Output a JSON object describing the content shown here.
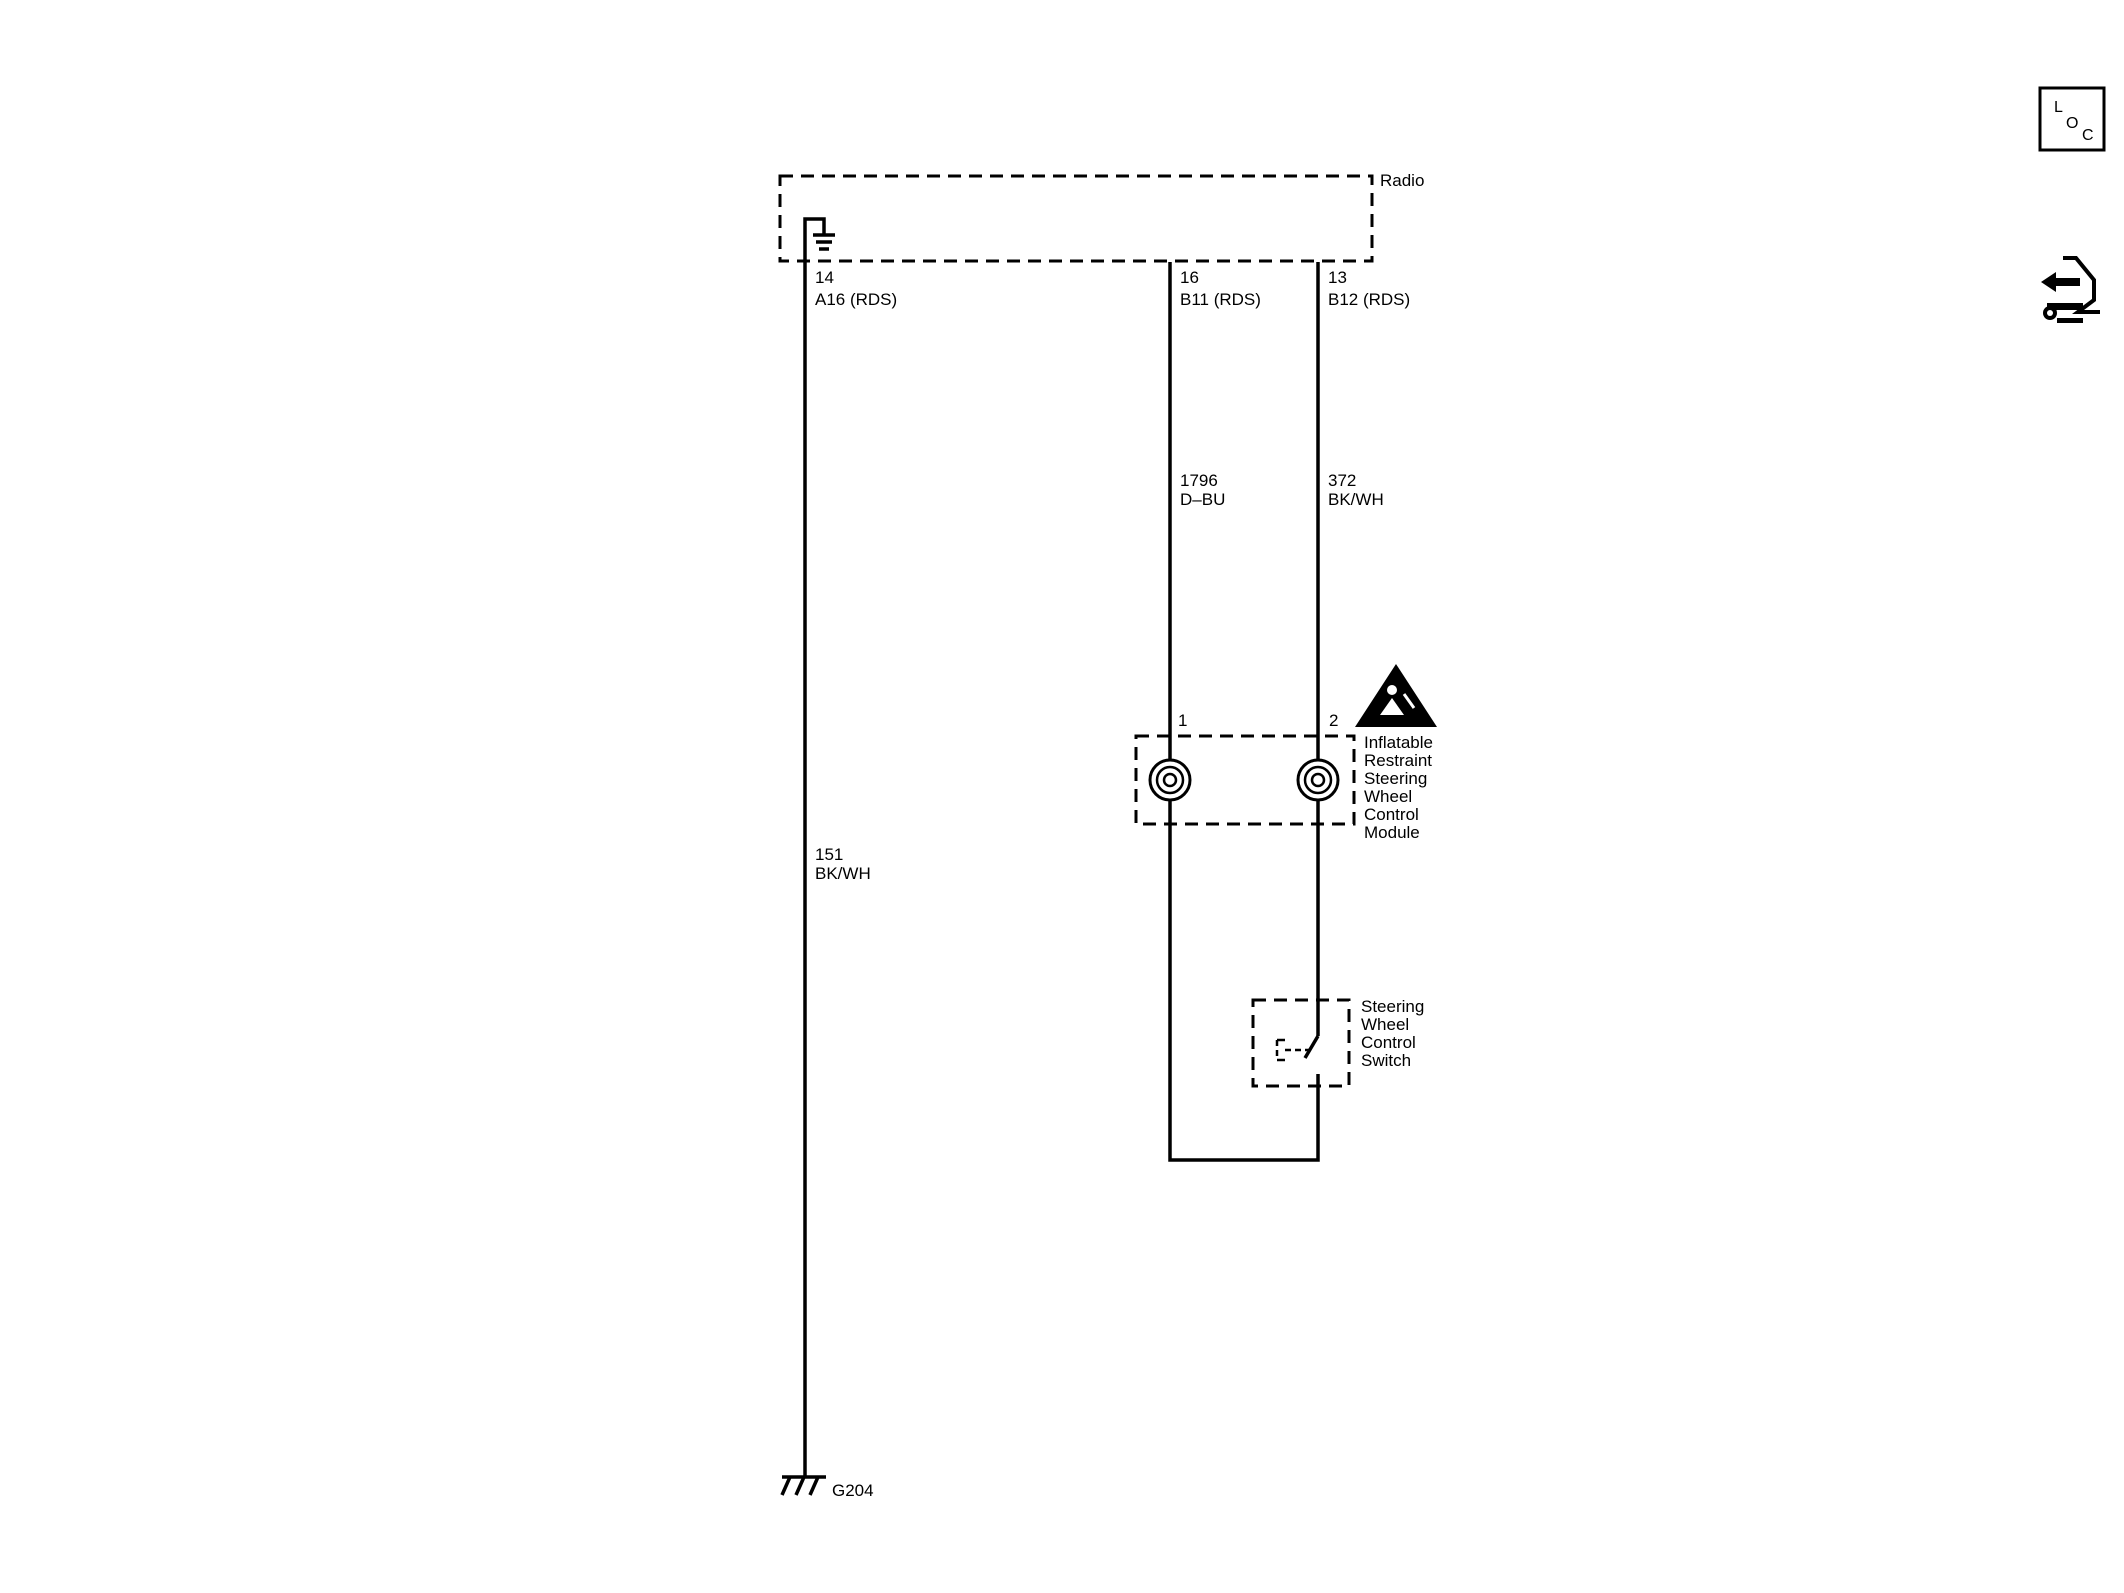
{
  "components": {
    "radio": {
      "label": "Radio"
    },
    "airbag_module": {
      "label_lines": [
        "Inflatable",
        "Restraint",
        "Steering",
        "Wheel",
        "Control",
        "Module"
      ],
      "pin_1": "1",
      "pin_2": "2"
    },
    "steering_switch": {
      "label_lines": [
        "Steering",
        "Wheel",
        "Control",
        "Switch"
      ]
    },
    "ground": {
      "label": "G204"
    }
  },
  "terminals": [
    {
      "pin": "14",
      "connector": "A16 (RDS)"
    },
    {
      "pin": "16",
      "connector": "B11 (RDS)"
    },
    {
      "pin": "13",
      "connector": "B12 (RDS)"
    }
  ],
  "wires": [
    {
      "circuit": "151",
      "color": "BK/WH"
    },
    {
      "circuit": "1796",
      "color": "D–BU"
    },
    {
      "circuit": "372",
      "color": "BK/WH"
    }
  ],
  "icons": {
    "loc_box": {
      "l": "L",
      "o": "O",
      "c": "C"
    },
    "airbag_warning": "airbag-warning-icon",
    "service_info": "service-arrow-wrench-icon"
  }
}
